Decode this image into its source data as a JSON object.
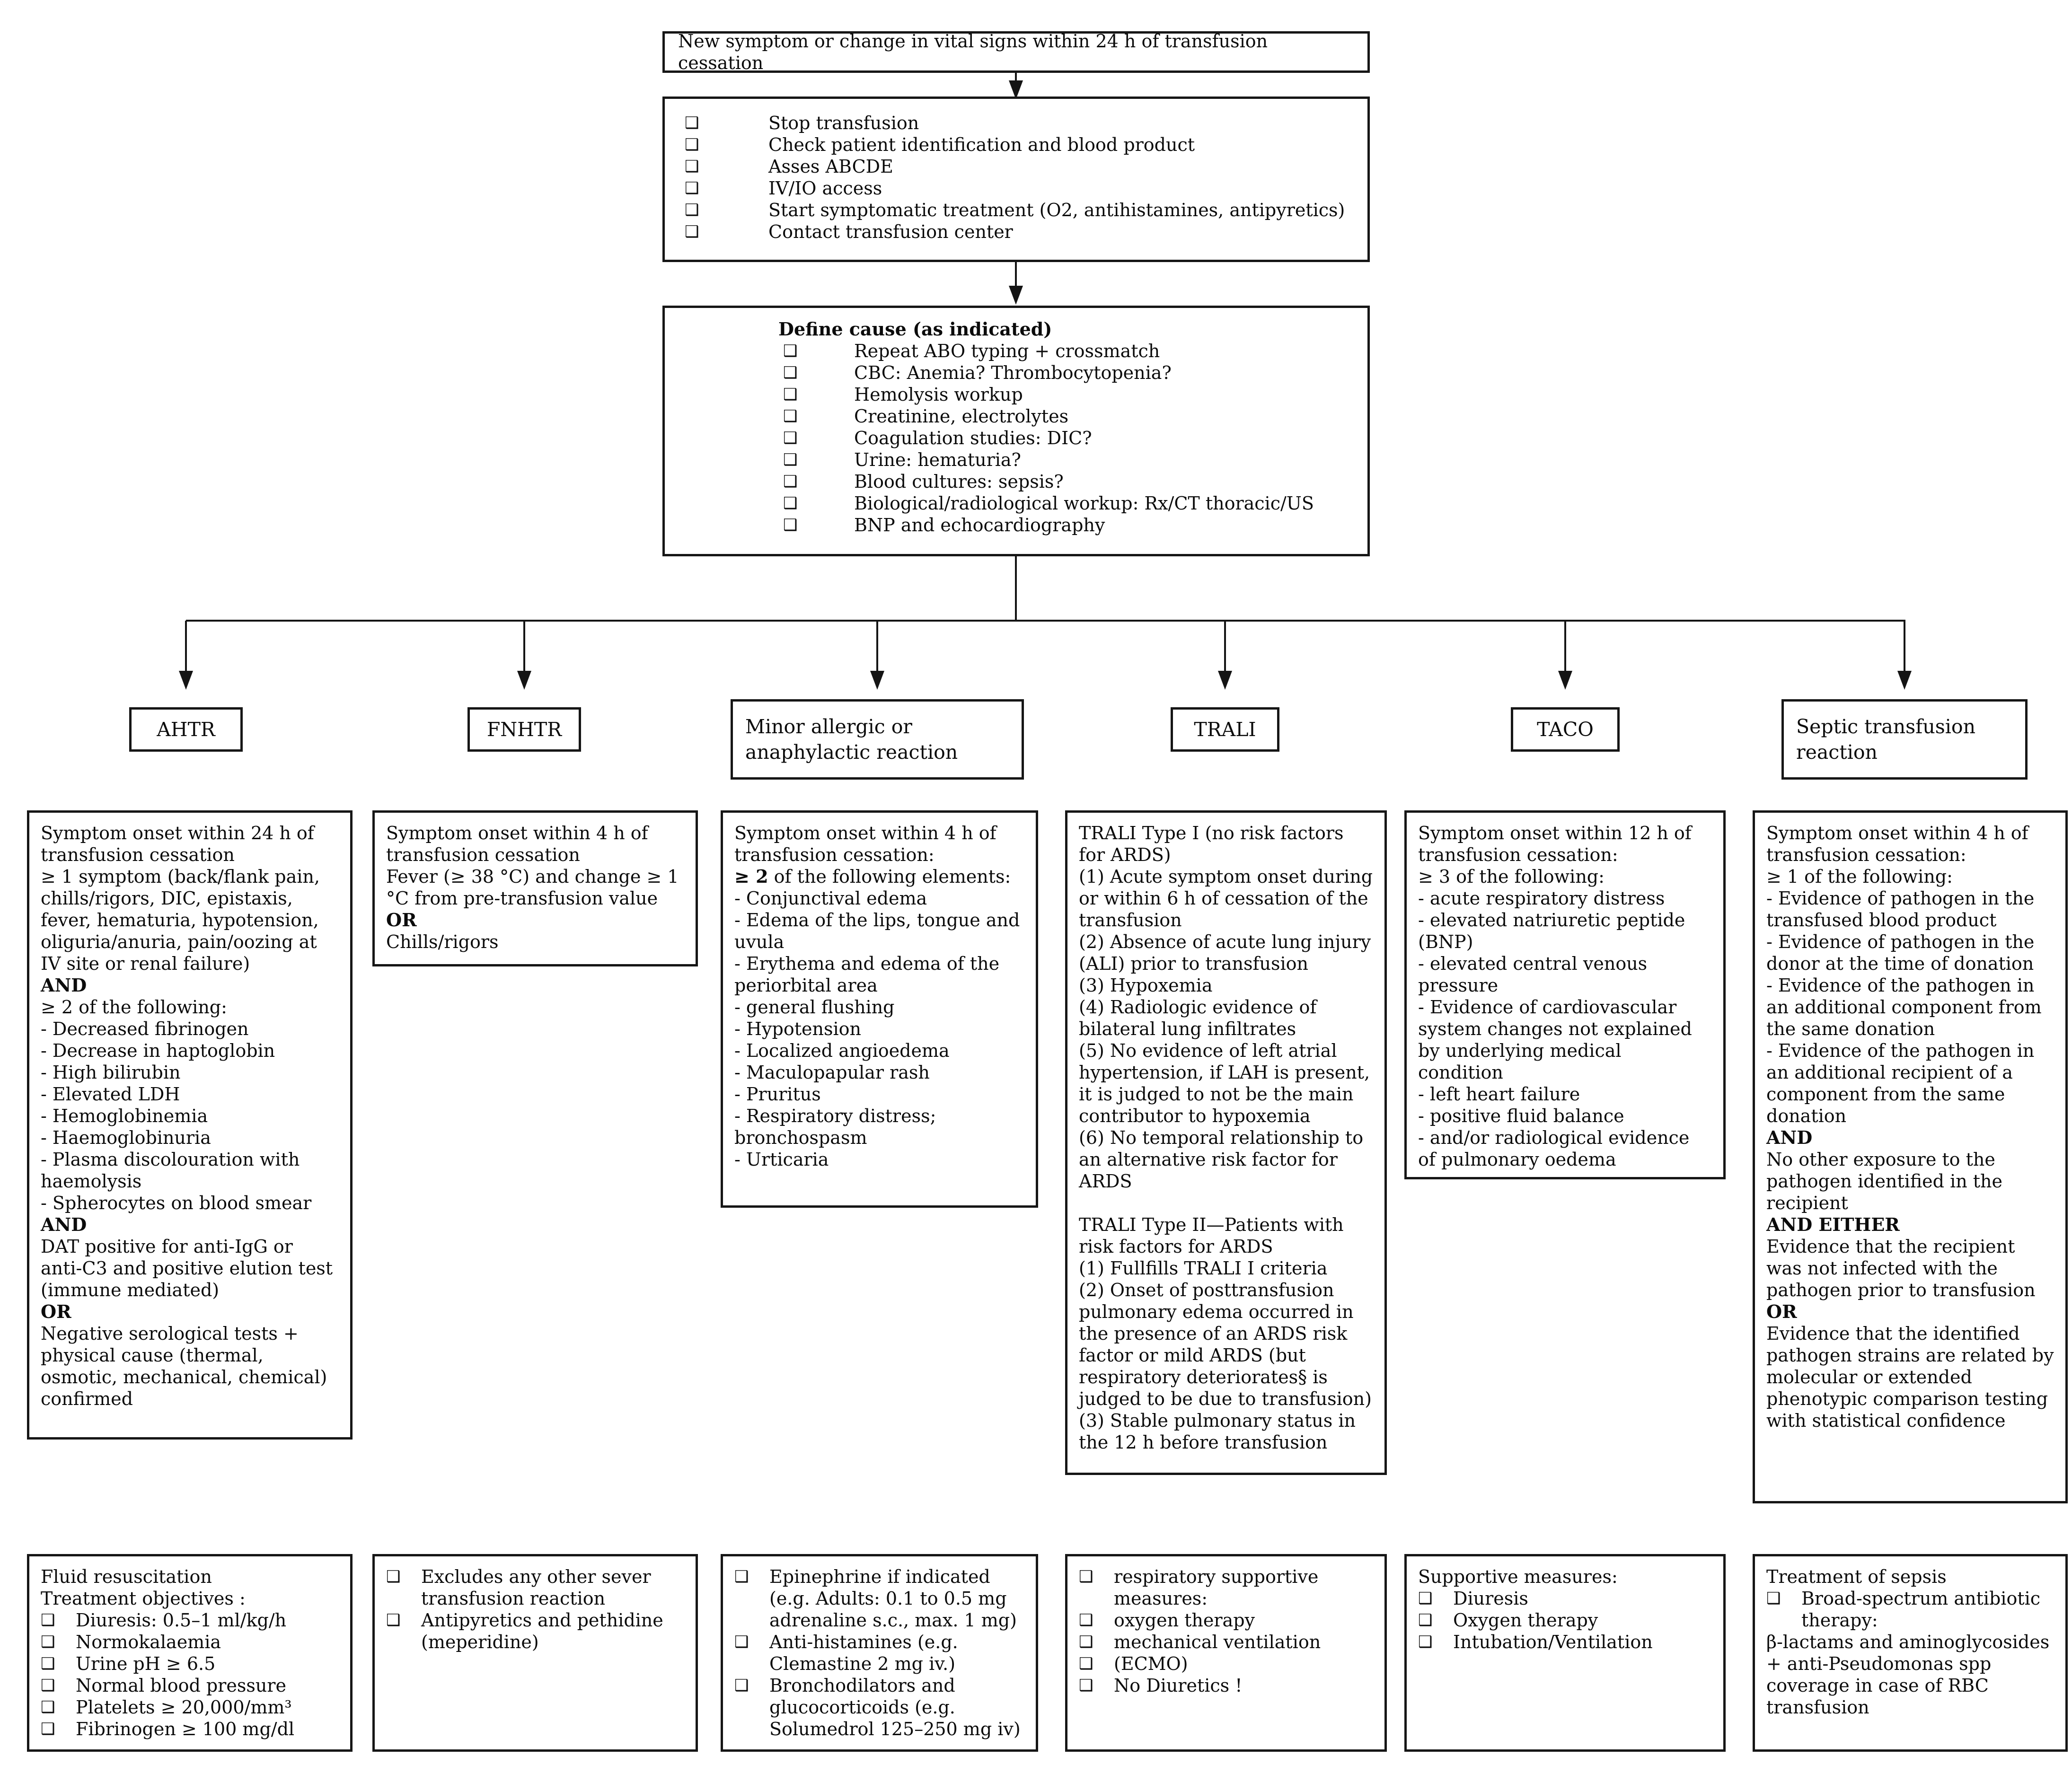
{
  "flow": {
    "start": "New symptom or change in vital signs within 24 h of transfusion cessation",
    "immediate_actions": [
      {
        "c": true,
        "t": "Stop transfusion"
      },
      {
        "c": true,
        "t": "Check patient identification and blood product"
      },
      {
        "c": true,
        "t": "Asses ABCDE"
      },
      {
        "c": true,
        "t": "IV/IO access"
      },
      {
        "c": true,
        "t": "Start symptomatic treatment (O2, antihistamines, antipyretics)"
      },
      {
        "c": true,
        "t": "Contact transfusion center"
      }
    ],
    "define_cause_title": "Define cause (as indicated)",
    "define_cause": [
      {
        "c": true,
        "t": "Repeat ABO typing + crossmatch"
      },
      {
        "c": true,
        "t": "CBC: Anemia? Thrombocytopenia?"
      },
      {
        "c": true,
        "t": "Hemolysis workup"
      },
      {
        "c": true,
        "t": "Creatinine, electrolytes"
      },
      {
        "c": true,
        "t": "Coagulation studies: DIC?"
      },
      {
        "c": true,
        "t": "Urine: hematuria?"
      },
      {
        "c": true,
        "t": "Blood cultures: sepsis?"
      },
      {
        "c": true,
        "t": "Biological/radiological workup: Rx/CT thoracic/US"
      },
      {
        "c": true,
        "t": "BNP and echocardiography"
      }
    ]
  },
  "branches": [
    {
      "label": "AHTR",
      "criteria": [
        {
          "t": "Symptom onset within 24 h of transfusion cessation"
        },
        {
          "t": "≥ 1 symptom (back/flank pain, chills/rigors, DIC, epistaxis, fever, hematuria, hypotension, oliguria/anuria, pain/oozing at IV site or renal failure)"
        },
        {
          "t": "AND",
          "b": true
        },
        {
          "t": "≥ 2 of the following:"
        },
        {
          "t": "- Decreased fibrinogen"
        },
        {
          "t": "- Decrease in haptoglobin"
        },
        {
          "t": "- High bilirubin"
        },
        {
          "t": "- Elevated LDH"
        },
        {
          "t": "- Hemoglobinemia"
        },
        {
          "t": "- Haemoglobinuria"
        },
        {
          "t": "- Plasma discolouration with haemolysis"
        },
        {
          "t": "- Spherocytes on blood smear"
        },
        {
          "t": "AND",
          "b": true
        },
        {
          "t": "DAT positive for anti-IgG or anti-C3 and positive elution test (immune mediated)"
        },
        {
          "t": "OR",
          "b": true
        },
        {
          "t": "Negative serological tests + physical cause (thermal, osmotic, mechanical, chemical) confirmed"
        }
      ],
      "treatment": [
        {
          "t": "Fluid resuscitation"
        },
        {
          "t": "Treatment objectives :"
        },
        {
          "c": true,
          "t": "Diuresis: 0.5–1 ml/kg/h"
        },
        {
          "c": true,
          "t": "Normokalaemia"
        },
        {
          "c": true,
          "t": "Urine pH ≥ 6.5"
        },
        {
          "c": true,
          "t": "Normal blood pressure"
        },
        {
          "c": true,
          "t": "Platelets ≥ 20,000/mm³"
        },
        {
          "c": true,
          "t": "Fibrinogen ≥ 100 mg/dl"
        }
      ]
    },
    {
      "label": "FNHTR",
      "criteria": [
        {
          "t": "Symptom onset within 4 h of transfusion cessation"
        },
        {
          "t": "Fever (≥ 38 °C) and change ≥ 1 °C from pre-transfusion value"
        },
        {
          "t": "OR",
          "b": true
        },
        {
          "t": "Chills/rigors"
        }
      ],
      "treatment": [
        {
          "c": true,
          "t": "Excludes any other sever transfusion reaction"
        },
        {
          "c": true,
          "t": "Antipyretics and pethidine (meperidine)"
        }
      ]
    },
    {
      "label": "Minor allergic or anaphylactic reaction",
      "criteria": [
        {
          "t": "Symptom onset within 4 h of transfusion cessation:"
        },
        {
          "bp": "≥ 2",
          "t": " of the following elements:"
        },
        {
          "t": "- Conjunctival edema"
        },
        {
          "t": "- Edema of the lips, tongue and uvula"
        },
        {
          "t": "- Erythema and edema of the periorbital area"
        },
        {
          "t": "- general flushing"
        },
        {
          "t": "- Hypotension"
        },
        {
          "t": "- Localized angioedema"
        },
        {
          "t": "- Maculopapular rash"
        },
        {
          "t": "- Pruritus"
        },
        {
          "t": "- Respiratory distress; bronchospasm"
        },
        {
          "t": "- Urticaria"
        }
      ],
      "treatment": [
        {
          "c": true,
          "t": "Epinephrine if indicated (e.g. Adults: 0.1 to 0.5 mg adrenaline s.c., max. 1 mg)"
        },
        {
          "c": true,
          "t": "Anti-histamines (e.g. Clemastine 2 mg iv.)"
        },
        {
          "c": true,
          "t": "Bronchodilators and glucocorticoids (e.g. Solumedrol 125–250 mg iv)"
        }
      ]
    },
    {
      "label": "TRALI",
      "criteria": [
        {
          "t": "TRALI Type I (no risk factors for ARDS)"
        },
        {
          "t": "(1) Acute symptom onset during or within 6 h of cessation of the transfusion"
        },
        {
          "t": "(2) Absence of acute lung injury (ALI) prior to transfusion"
        },
        {
          "t": "(3) Hypoxemia"
        },
        {
          "t": "(4) Radiologic evidence of bilateral lung infiltrates"
        },
        {
          "t": "(5) No evidence of left atrial hypertension,  if LAH is present, it is judged to not be the main contributor to hypoxemia"
        },
        {
          "t": "(6) No temporal relationship to an alternative risk factor for ARDS"
        },
        {
          "t": ""
        },
        {
          "t": "TRALI Type II—Patients with risk factors for ARDS"
        },
        {
          "t": "(1) Fullfills TRALI I criteria"
        },
        {
          "t": "(2) Onset of posttransfusion pulmonary edema occurred in the presence of an ARDS risk factor or mild ARDS (but respiratory deteriorates§ is judged to be due to transfusion)"
        },
        {
          "t": "(3) Stable pulmonary status in the 12 h before transfusion"
        }
      ],
      "treatment": [
        {
          "c": true,
          "t": "respiratory supportive measures:"
        },
        {
          "c": true,
          "t": "oxygen therapy"
        },
        {
          "c": true,
          "t": "mechanical ventilation"
        },
        {
          "c": true,
          "t": "(ECMO)"
        },
        {
          "c": true,
          "t": "No Diuretics !"
        }
      ]
    },
    {
      "label": "TACO",
      "criteria": [
        {
          "t": "Symptom onset within 12 h of transfusion cessation:"
        },
        {
          "t": "≥ 3 of the following:"
        },
        {
          "t": "- acute respiratory distress"
        },
        {
          "t": "- elevated natriuretic peptide (BNP)"
        },
        {
          "t": "- elevated central venous pressure"
        },
        {
          "t": "- Evidence of cardiovascular system changes not explained by underlying medical condition"
        },
        {
          "t": "-  left heart failure"
        },
        {
          "t": "- positive fluid balance"
        },
        {
          "t": "- and/or radiological evidence of pulmonary oedema"
        }
      ],
      "treatment": [
        {
          "t": "Supportive measures:"
        },
        {
          "c": true,
          "t": "Diuresis"
        },
        {
          "c": true,
          "t": "Oxygen therapy"
        },
        {
          "c": true,
          "t": "Intubation/Ventilation"
        }
      ]
    },
    {
      "label": "Septic transfusion reaction",
      "criteria": [
        {
          "t": "Symptom onset within 4 h of transfusion cessation:"
        },
        {
          "t": "≥ 1 of the following:"
        },
        {
          "t": "-  Evidence of pathogen in the transfused blood product"
        },
        {
          "t": "- Evidence of pathogen in the donor at the time of donation"
        },
        {
          "t": "- Evidence of the pathogen in an additional component from the same donation"
        },
        {
          "t": "- Evidence of the pathogen in an additional recipient of a component from the same donation"
        },
        {
          "t": "AND",
          "b": true
        },
        {
          "t": "No other exposure to the pathogen identified in the recipient"
        },
        {
          "t": "AND EITHER",
          "b": true
        },
        {
          "t": "Evidence that the recipient was not infected with the pathogen prior to transfusion"
        },
        {
          "t": "OR",
          "b": true
        },
        {
          "t": "Evidence that the identified pathogen strains are related by molecular or extended phenotypic comparison testing with statistical confidence"
        }
      ],
      "treatment": [
        {
          "t": "Treatment of sepsis"
        },
        {
          "c": true,
          "t": "Broad-spectrum antibiotic therapy:"
        },
        {
          "t": "β-lactams and aminoglycosides + anti-Pseudomonas spp coverage in case of RBC transfusion"
        }
      ]
    }
  ]
}
